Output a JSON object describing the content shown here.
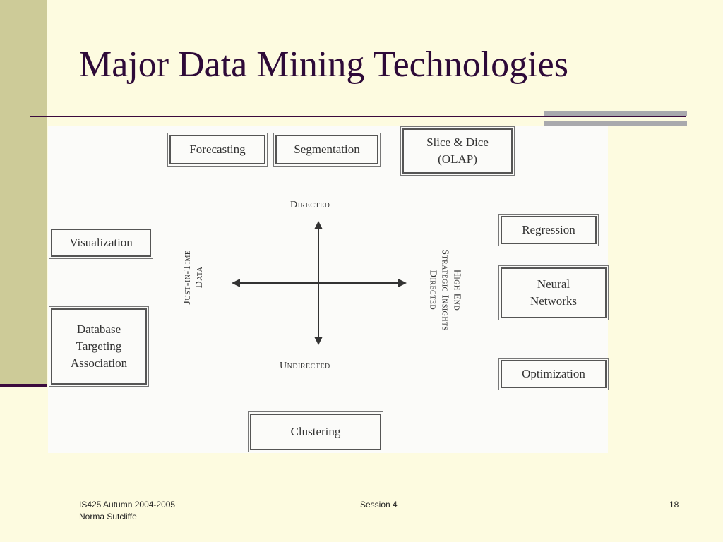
{
  "slide": {
    "title": "Major Data Mining Technologies"
  },
  "diagram": {
    "axes": {
      "top": "Directed",
      "bottom": "Undirected",
      "left_line1": "Just-in-Time",
      "left_line2": "Data",
      "right_line1": "High End",
      "right_line2": "Strategic Insights",
      "right_line3": "Directed"
    },
    "boxes": {
      "forecasting": "Forecasting",
      "segmentation": "Segmentation",
      "slice_dice": "Slice & Dice\n(OLAP)",
      "visualization": "Visualization",
      "database_targeting": "Database\nTargeting\nAssociation",
      "regression": "Regression",
      "neural_networks": "Neural\nNetworks",
      "optimization": "Optimization",
      "clustering": "Clustering"
    }
  },
  "footer": {
    "course": "IS425 Autumn 2004-2005",
    "author": "Norma Sutcliffe",
    "session": "Session 4",
    "page_number": "18"
  }
}
